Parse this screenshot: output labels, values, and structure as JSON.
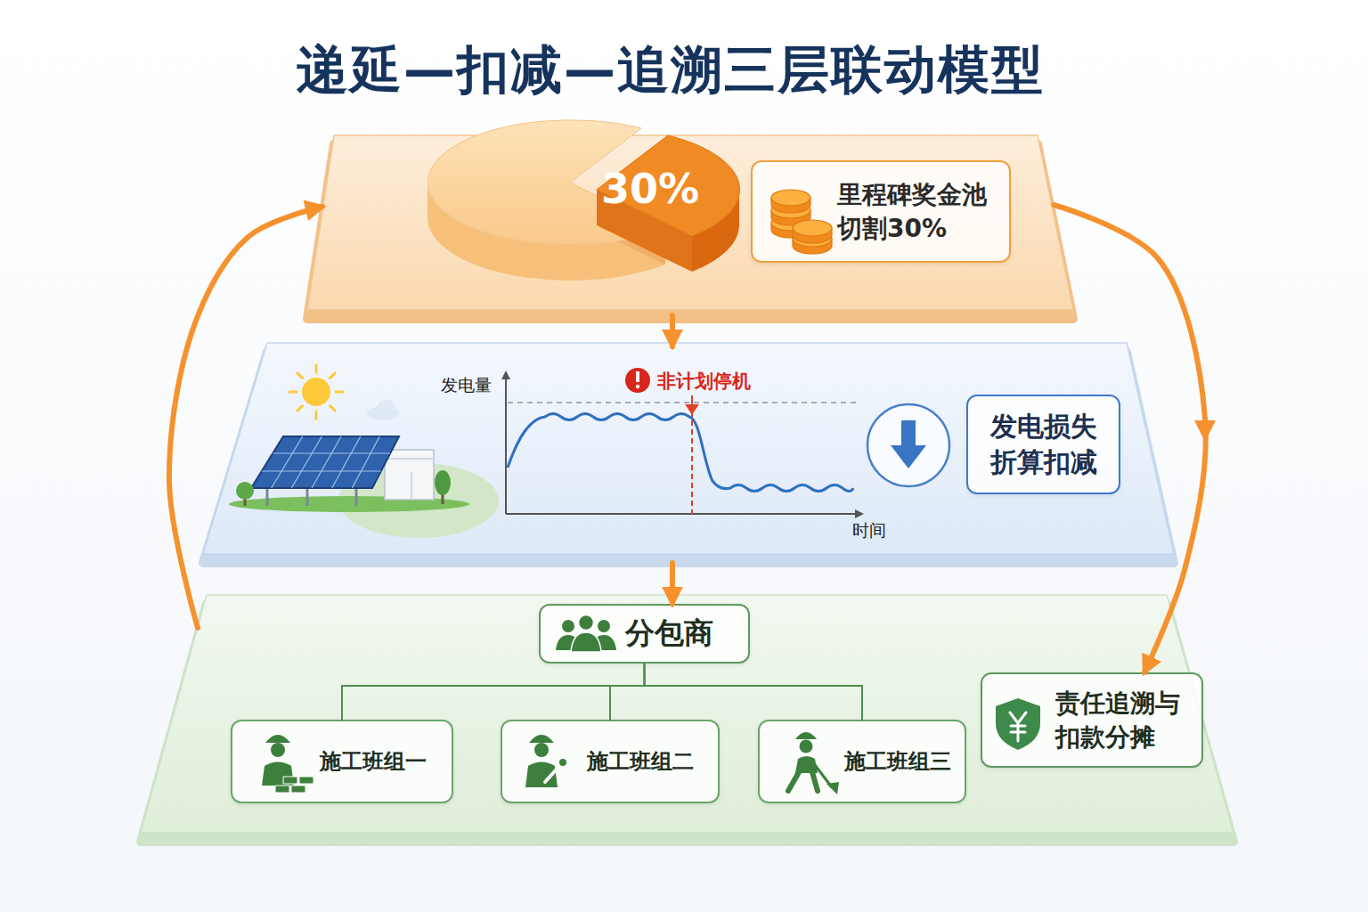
{
  "diagram": {
    "title": "递延—扣减—追溯三层联动模型",
    "nodes": [
      {
        "text": [
          "30%"
        ]
      },
      {
        "text": [
          "里程碑奖金池 切割30%"
        ],
        "in": 0
      },
      {
        "text": [
          "发电量",
          "非计划停机",
          "时间"
        ]
      },
      {
        "text": [
          "发电损失 折算扣减"
        ],
        "in": 2
      },
      {
        "text": []
      },
      {
        "text": [
          "分包商"
        ],
        "in": 4
      },
      {
        "text": [
          "施工班组一"
        ],
        "in": 4
      },
      {
        "text": [
          "施工班组二"
        ],
        "in": 4
      },
      {
        "text": [
          "施工班组三"
        ],
        "in": 4
      },
      {
        "text": [
          "责任追溯与 扣款分摊"
        ],
        "in": 4
      }
    ],
    "edges": [
      {
        "from": 0,
        "to": 2,
        "arrow": "to"
      },
      {
        "from": 2,
        "to": 5,
        "arrow": "to"
      },
      {
        "from": 5,
        "to": 6,
        "arrow": "none"
      },
      {
        "from": 5,
        "to": 7,
        "arrow": "none"
      },
      {
        "from": 5,
        "to": 8,
        "arrow": "none"
      },
      {
        "from": 0,
        "to": 9,
        "arrow": "to"
      },
      {
        "from": 4,
        "to": 0,
        "arrow": "to"
      }
    ]
  }
}
